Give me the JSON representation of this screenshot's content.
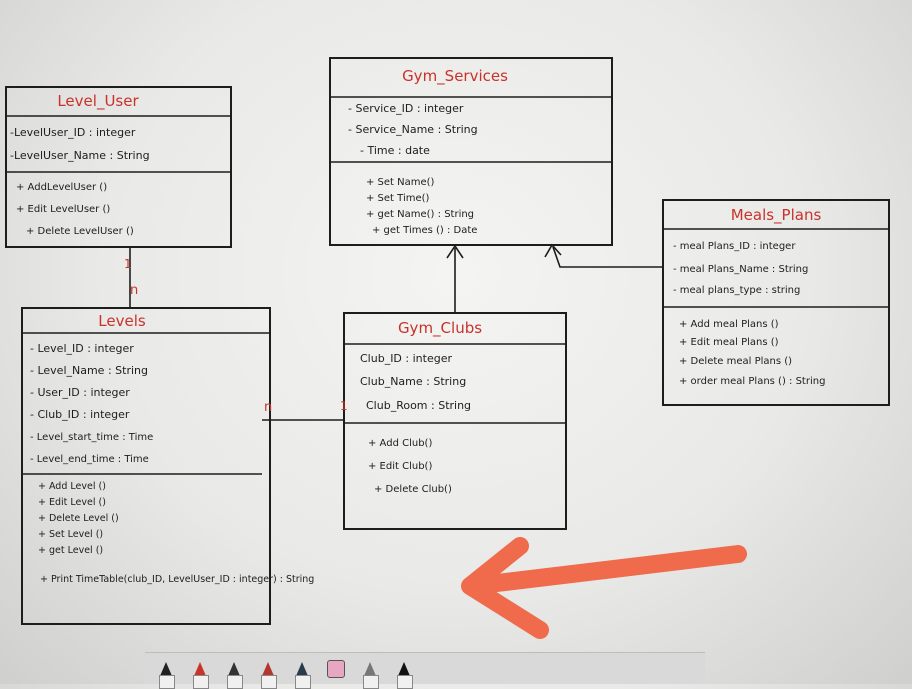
{
  "diagram": {
    "classes": {
      "level_user": {
        "name": "Level_User",
        "attributes": [
          "-LevelUser_ID : integer",
          "-LevelUser_Name : String"
        ],
        "methods": [
          "+ AddLevelUser ()",
          "+ Edit LevelUser ()",
          "+ Delete LevelUser ()"
        ]
      },
      "gym_services": {
        "name": "Gym_Services",
        "attributes": [
          "- Service_ID : integer",
          "- Service_Name : String",
          "- Time : date"
        ],
        "methods": [
          "+ Set Name()",
          "+ Set Time()",
          "+ get Name() : String",
          "+ get Times () : Date"
        ]
      },
      "meals_plans": {
        "name": "Meals_Plans",
        "attributes": [
          "- meal Plans_ID : integer",
          "- meal Plans_Name : String",
          "- meal plans_type : string"
        ],
        "methods": [
          "+ Add meal Plans ()",
          "+ Edit meal Plans ()",
          "+ Delete meal Plans ()",
          "+ order meal Plans () : String"
        ]
      },
      "levels": {
        "name": "Levels",
        "attributes": [
          "- Level_ID : integer",
          "- Level_Name : String",
          "- User_ID : integer",
          "- Club_ID : integer",
          "- Level_start_time : Time",
          "- Level_end_time : Time"
        ],
        "methods": [
          "+ Add Level ()",
          "+ Edit Level ()",
          "+ Delete Level ()",
          "+ Set Level ()",
          "+ get Level ()"
        ],
        "extra_method": "+ Print TimeTable(club_ID, LevelUser_ID : integer) : String"
      },
      "gym_clubs": {
        "name": "Gym_Clubs",
        "attributes": [
          "Club_ID : integer",
          "Club_Name : String",
          "Club_Room : String"
        ],
        "methods": [
          "+ Add Club()",
          "+ Edit Club()",
          "+ Delete Club()"
        ]
      }
    },
    "multiplicities": {
      "user_levels_top": "1",
      "user_levels_bottom": "n",
      "levels_clubs_left": "n",
      "levels_clubs_right": "1"
    }
  },
  "colors": {
    "class_title": "#c8322a",
    "ink": "#1d1d1d",
    "arrow": "#f06a4c"
  },
  "toolbar": {
    "tools": [
      "pen-black",
      "pen-red",
      "pen-dark",
      "pen-red-2",
      "pen-dark-2",
      "marker-pink",
      "pen-gray",
      "pen-black-2"
    ]
  }
}
